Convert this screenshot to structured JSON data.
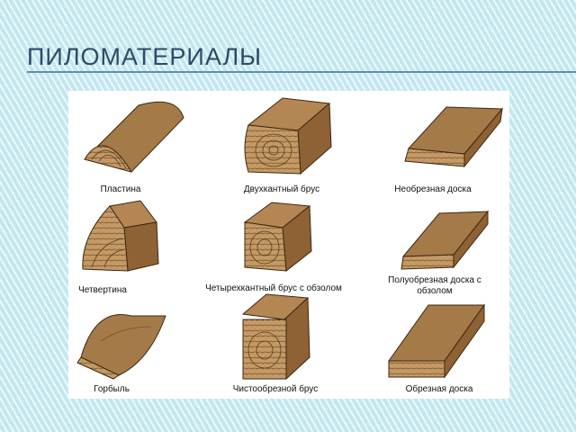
{
  "slide": {
    "title": "ПИЛОМАТЕРИАЛЫ"
  },
  "colors": {
    "wood_top": "#a47a49",
    "wood_side": "#8e6234",
    "wood_end": "#c39a66",
    "ring": "#5a3a1a",
    "title": "#2b4a66",
    "rule": "#5f8fb0"
  },
  "items": [
    {
      "label": "Пластина",
      "icon": "half-log"
    },
    {
      "label": "Двухкантный брус",
      "icon": "two-edged-beam"
    },
    {
      "label": "Необрезная доска",
      "icon": "unedged-board"
    },
    {
      "label": "Четвертина",
      "icon": "quarter-log"
    },
    {
      "label": "Четырехкантный брус с обзолом",
      "icon": "four-edged-beam-wane"
    },
    {
      "label": "Полуобрезная доска с обзолом",
      "icon": "half-edged-board"
    },
    {
      "label": "Горбыль",
      "icon": "slab"
    },
    {
      "label": "Чистообрезной брус",
      "icon": "square-beam"
    },
    {
      "label": "Обрезная доска",
      "icon": "edged-board"
    }
  ]
}
